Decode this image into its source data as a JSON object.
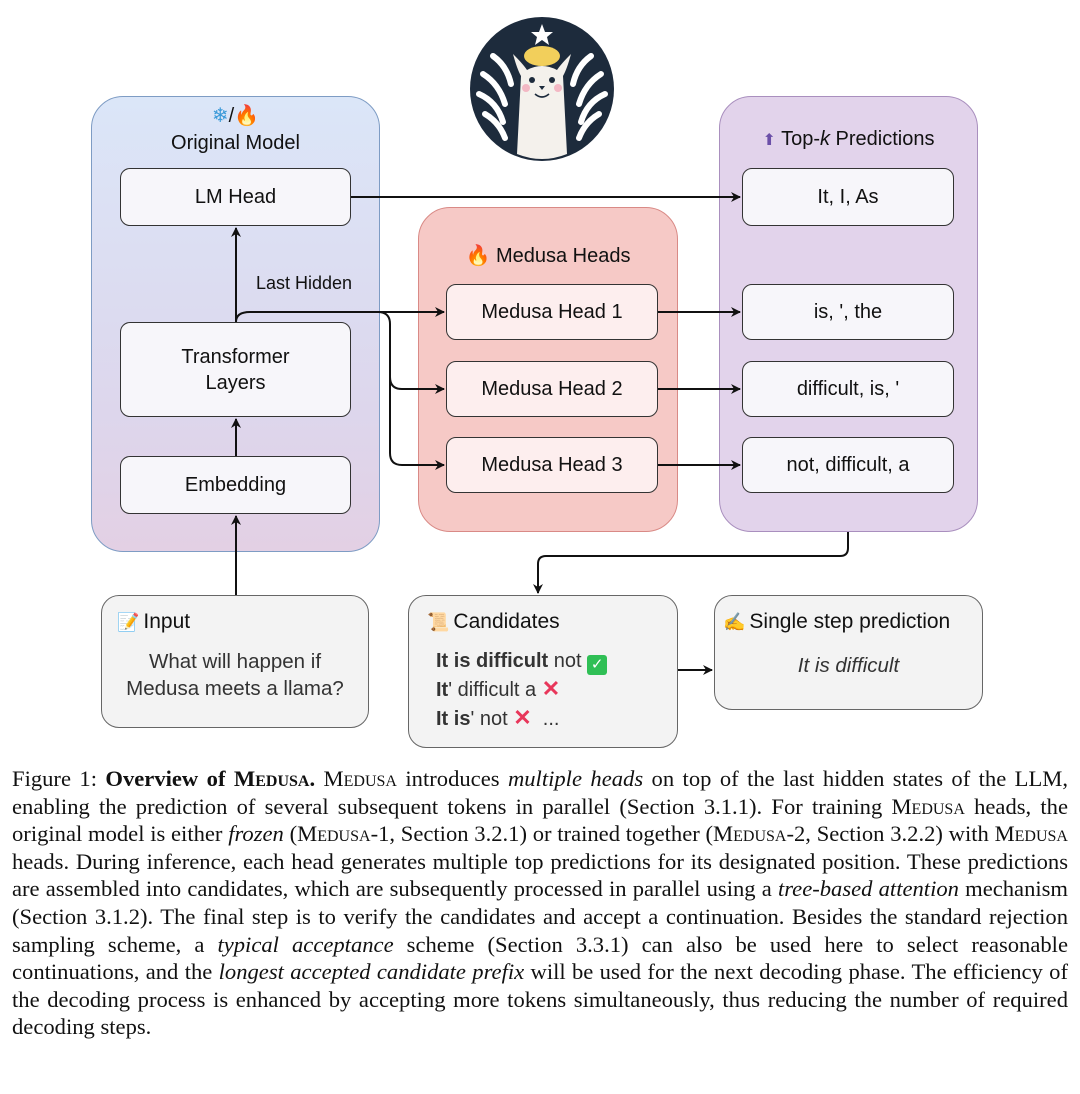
{
  "figure": {
    "logo": "medusa-llama-logo",
    "original_model": {
      "title": "Original Model",
      "status_icons": [
        "snowflake-icon",
        "fire-icon"
      ],
      "status_sep": "/",
      "lm_head": "LM Head",
      "transformer_layers": "Transformer Layers",
      "embedding": "Embedding",
      "last_hidden_label": "Last Hidden"
    },
    "medusa_heads": {
      "title": "Medusa Heads",
      "icon": "fire-icon",
      "heads": [
        "Medusa Head 1",
        "Medusa Head 2",
        "Medusa Head 3"
      ]
    },
    "topk": {
      "title_prefix": "Top-",
      "title_k": "k",
      "title_suffix": " Predictions",
      "icon": "top-arrow-icon",
      "lm_predictions": "It, I, As",
      "head_predictions": [
        "is, ', the",
        "difficult, is, '",
        "not, difficult, a"
      ]
    },
    "input": {
      "title": "Input",
      "icon": "memo-icon",
      "text_line1": "What will happen if",
      "text_line2": "Medusa meets a llama?"
    },
    "candidates": {
      "title": "Candidates",
      "icon": "scroll-icon",
      "rows": [
        {
          "bold": "It is difficult",
          "rest": " not",
          "status": "accepted"
        },
        {
          "bold": "It",
          "rest": "' difficult a",
          "status": "rejected"
        },
        {
          "bold": "It is",
          "rest": "' not",
          "status": "rejected",
          "ellipsis": "..."
        }
      ]
    },
    "single_step": {
      "title": "Single step prediction",
      "icon": "writing-hand-icon",
      "text": "It is difficult"
    }
  },
  "caption": {
    "label": "Figure 1:",
    "bold_title_a": "Overview of ",
    "bold_title_sc": "Medusa",
    "bold_title_end": ".",
    "s1_sc": "Medusa",
    "s1_a": " introduces ",
    "s1_em": "multiple heads",
    "s1_b": " on top of the last hidden states of the LLM, enabling the prediction of several subsequent tokens in parallel (Section 3.1.1). For training ",
    "s2_sc": "Medusa",
    "s2_a": " heads, the original model is either ",
    "s2_em": "frozen",
    "s2_b": " (",
    "s3_sc": "Medusa",
    "s3_a": "-1, Section 3.2.1) or trained together (",
    "s4_sc": "Medusa",
    "s4_a": "-2, Section 3.2.2) with ",
    "s5_sc": "Medusa",
    "s5_a": " heads.  During inference, each head generates multiple top predictions for its designated position. These predictions are assembled into candidates, which are subsequently processed in parallel using a ",
    "s5_em": "tree-based attention",
    "s5_b": " mechanism (Section 3.1.2).  The final step is to verify the candidates and accept a continuation.  Besides the standard rejection sampling scheme, a ",
    "s6_em": "typical acceptance",
    "s6_a": " scheme (Section 3.3.1) can also be used here to select reasonable continuations, and the ",
    "s7_em": "longest accepted candidate prefix",
    "s7_a": " will be used for the next decoding phase.  The efficiency of the decoding process is enhanced by accepting more tokens simultaneously, thus reducing the number of required decoding steps."
  }
}
